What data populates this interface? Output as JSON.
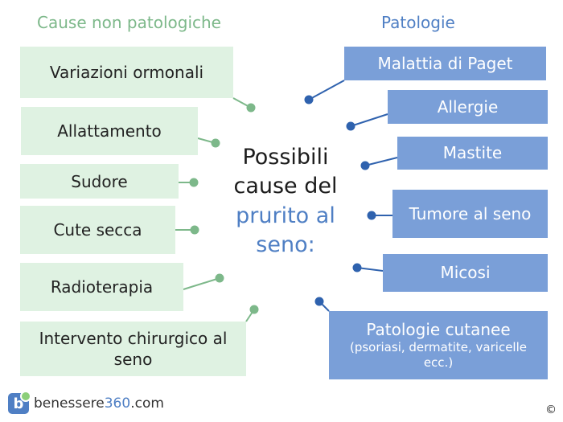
{
  "headings": {
    "left": "Cause non patologiche",
    "right": "Patologie"
  },
  "center": {
    "line1": "Possibili",
    "line2": "cause del",
    "line3": "prurito al",
    "line4": "seno:"
  },
  "non_pathological": [
    {
      "label": "Variazioni ormonali"
    },
    {
      "label": "Allattamento"
    },
    {
      "label": "Sudore"
    },
    {
      "label": "Cute secca"
    },
    {
      "label": "Radioterapia"
    },
    {
      "label": "Intervento chirurgico al seno"
    }
  ],
  "pathologies": [
    {
      "label": "Malattia di Paget"
    },
    {
      "label": "Allergie"
    },
    {
      "label": "Mastite"
    },
    {
      "label": "Tumore al seno"
    },
    {
      "label": "Micosi"
    },
    {
      "label": "Patologie cutanee",
      "sub": "(psoriasi, dermatite, varicelle ecc.)"
    }
  ],
  "brand": {
    "mark": "b",
    "name_a": "benessere",
    "name_b": "360",
    "name_c": ".com"
  },
  "copyright": "©",
  "colors": {
    "green_box": "#dff2e2",
    "green_dot": "#7db88a",
    "blue_box": "#7a9fd8",
    "blue_accent": "#4f7fc4",
    "blue_line": "#2f62ae"
  }
}
